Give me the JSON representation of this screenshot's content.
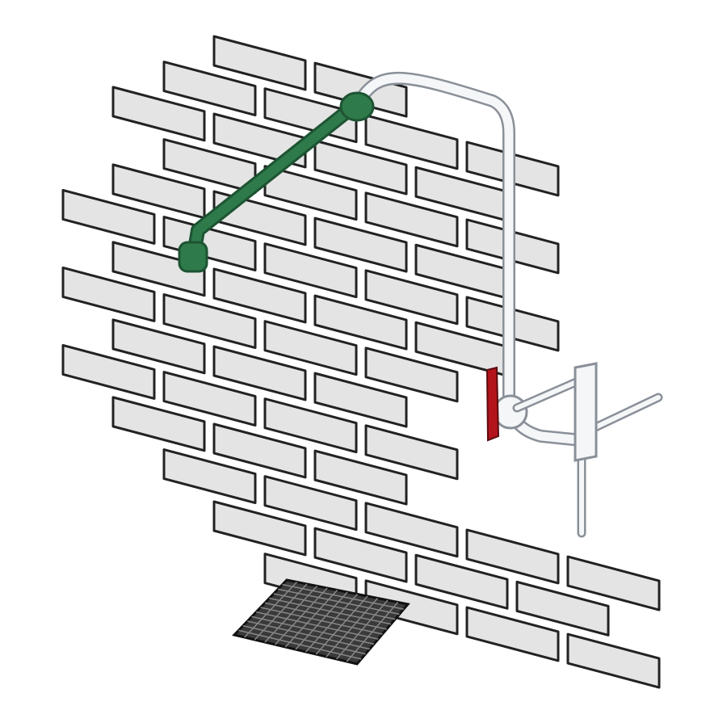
{
  "colors": {
    "background": "#ffffff",
    "brick_fill": "#e4e4e4",
    "brick_outline": "#222222",
    "pipe_fill": "#f4f6f8",
    "pipe_outline": "#8a9098",
    "green_pipe": "#2f7a4a",
    "green_pipe_dark": "#1d5433",
    "valve_handle": "#b3141c",
    "grate_fill": "#3a3a3a"
  },
  "icons": [
    "brick-wall",
    "shower-pipe",
    "valve-handle",
    "eyewash-frame",
    "floor-drain-grate"
  ]
}
